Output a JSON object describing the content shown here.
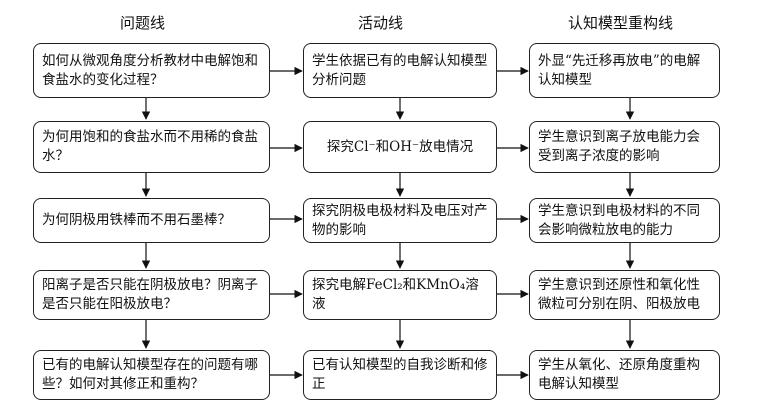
{
  "columns": {
    "question": "问题线",
    "activity": "活动线",
    "model": "认知模型重构线"
  },
  "rows": [
    {
      "question": "如何从微观角度分析教材中电解饱和食盐水的变化过程？",
      "activity": "学生依据已有的电解认知模型分析问题",
      "model": "外显“先迁移再放电”的电解认知模型"
    },
    {
      "question": "为何用饱和的食盐水而不用稀的食盐水？",
      "activity": "探究Cl⁻和OH⁻放电情况",
      "model": "学生意识到离子放电能力会受到离子浓度的影响"
    },
    {
      "question": "为何阴极用铁棒而不用石墨棒？",
      "activity": "探究阴极电极材料及电压对产物的影响",
      "model": "学生意识到电极材料的不同会影响微粒放电的能力"
    },
    {
      "question": "阳离子是否只能在阴极放电？阴离子是否只能在阳极放电？",
      "activity": "探究电解FeCl₂和KMnO₄溶液",
      "model": "学生意识到还原性和氧化性微粒可分别在阴、阳极放电"
    },
    {
      "question": "已有的电解认知模型存在的问题有哪些？如何对其修正和重构？",
      "activity": "已有认知模型的自我诊断和修正",
      "model": "学生从氧化、还原角度重构电解认知模型"
    }
  ]
}
